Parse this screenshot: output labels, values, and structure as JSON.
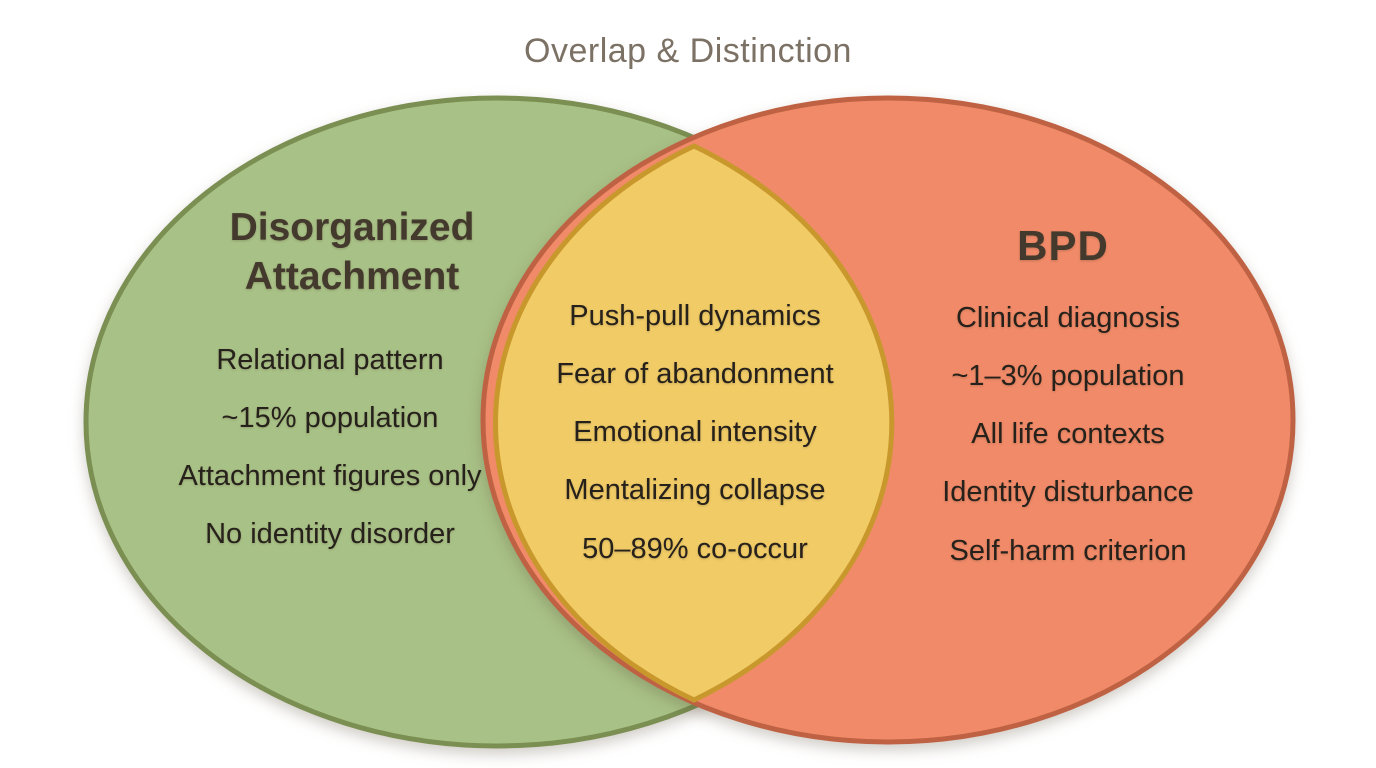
{
  "title": "Overlap & Distinction",
  "colors": {
    "background": "#ffffff",
    "left_fill": "#a8c186",
    "left_stroke": "#7a8f51",
    "right_fill": "#f08a68",
    "right_stroke": "#bf6243",
    "overlap_fill": "#f0cb66",
    "overlap_stroke": "#c8982d",
    "title_text": "#7c7165",
    "heading_text": "#43392d",
    "body_text": "#27211b"
  },
  "venn": {
    "left": {
      "heading": "Disorganized Attachment",
      "items": [
        "Relational pattern",
        "~15% population",
        "Attachment figures only",
        "No identity disorder"
      ]
    },
    "overlap": {
      "items": [
        "Push-pull dynamics",
        "Fear of abandonment",
        "Emotional intensity",
        "Mentalizing collapse",
        "50–89% co-occur"
      ]
    },
    "right": {
      "heading": "BPD",
      "items": [
        "Clinical diagnosis",
        "~1–3% population",
        "All life contexts",
        "Identity disturbance",
        "Self-harm criterion"
      ]
    }
  }
}
